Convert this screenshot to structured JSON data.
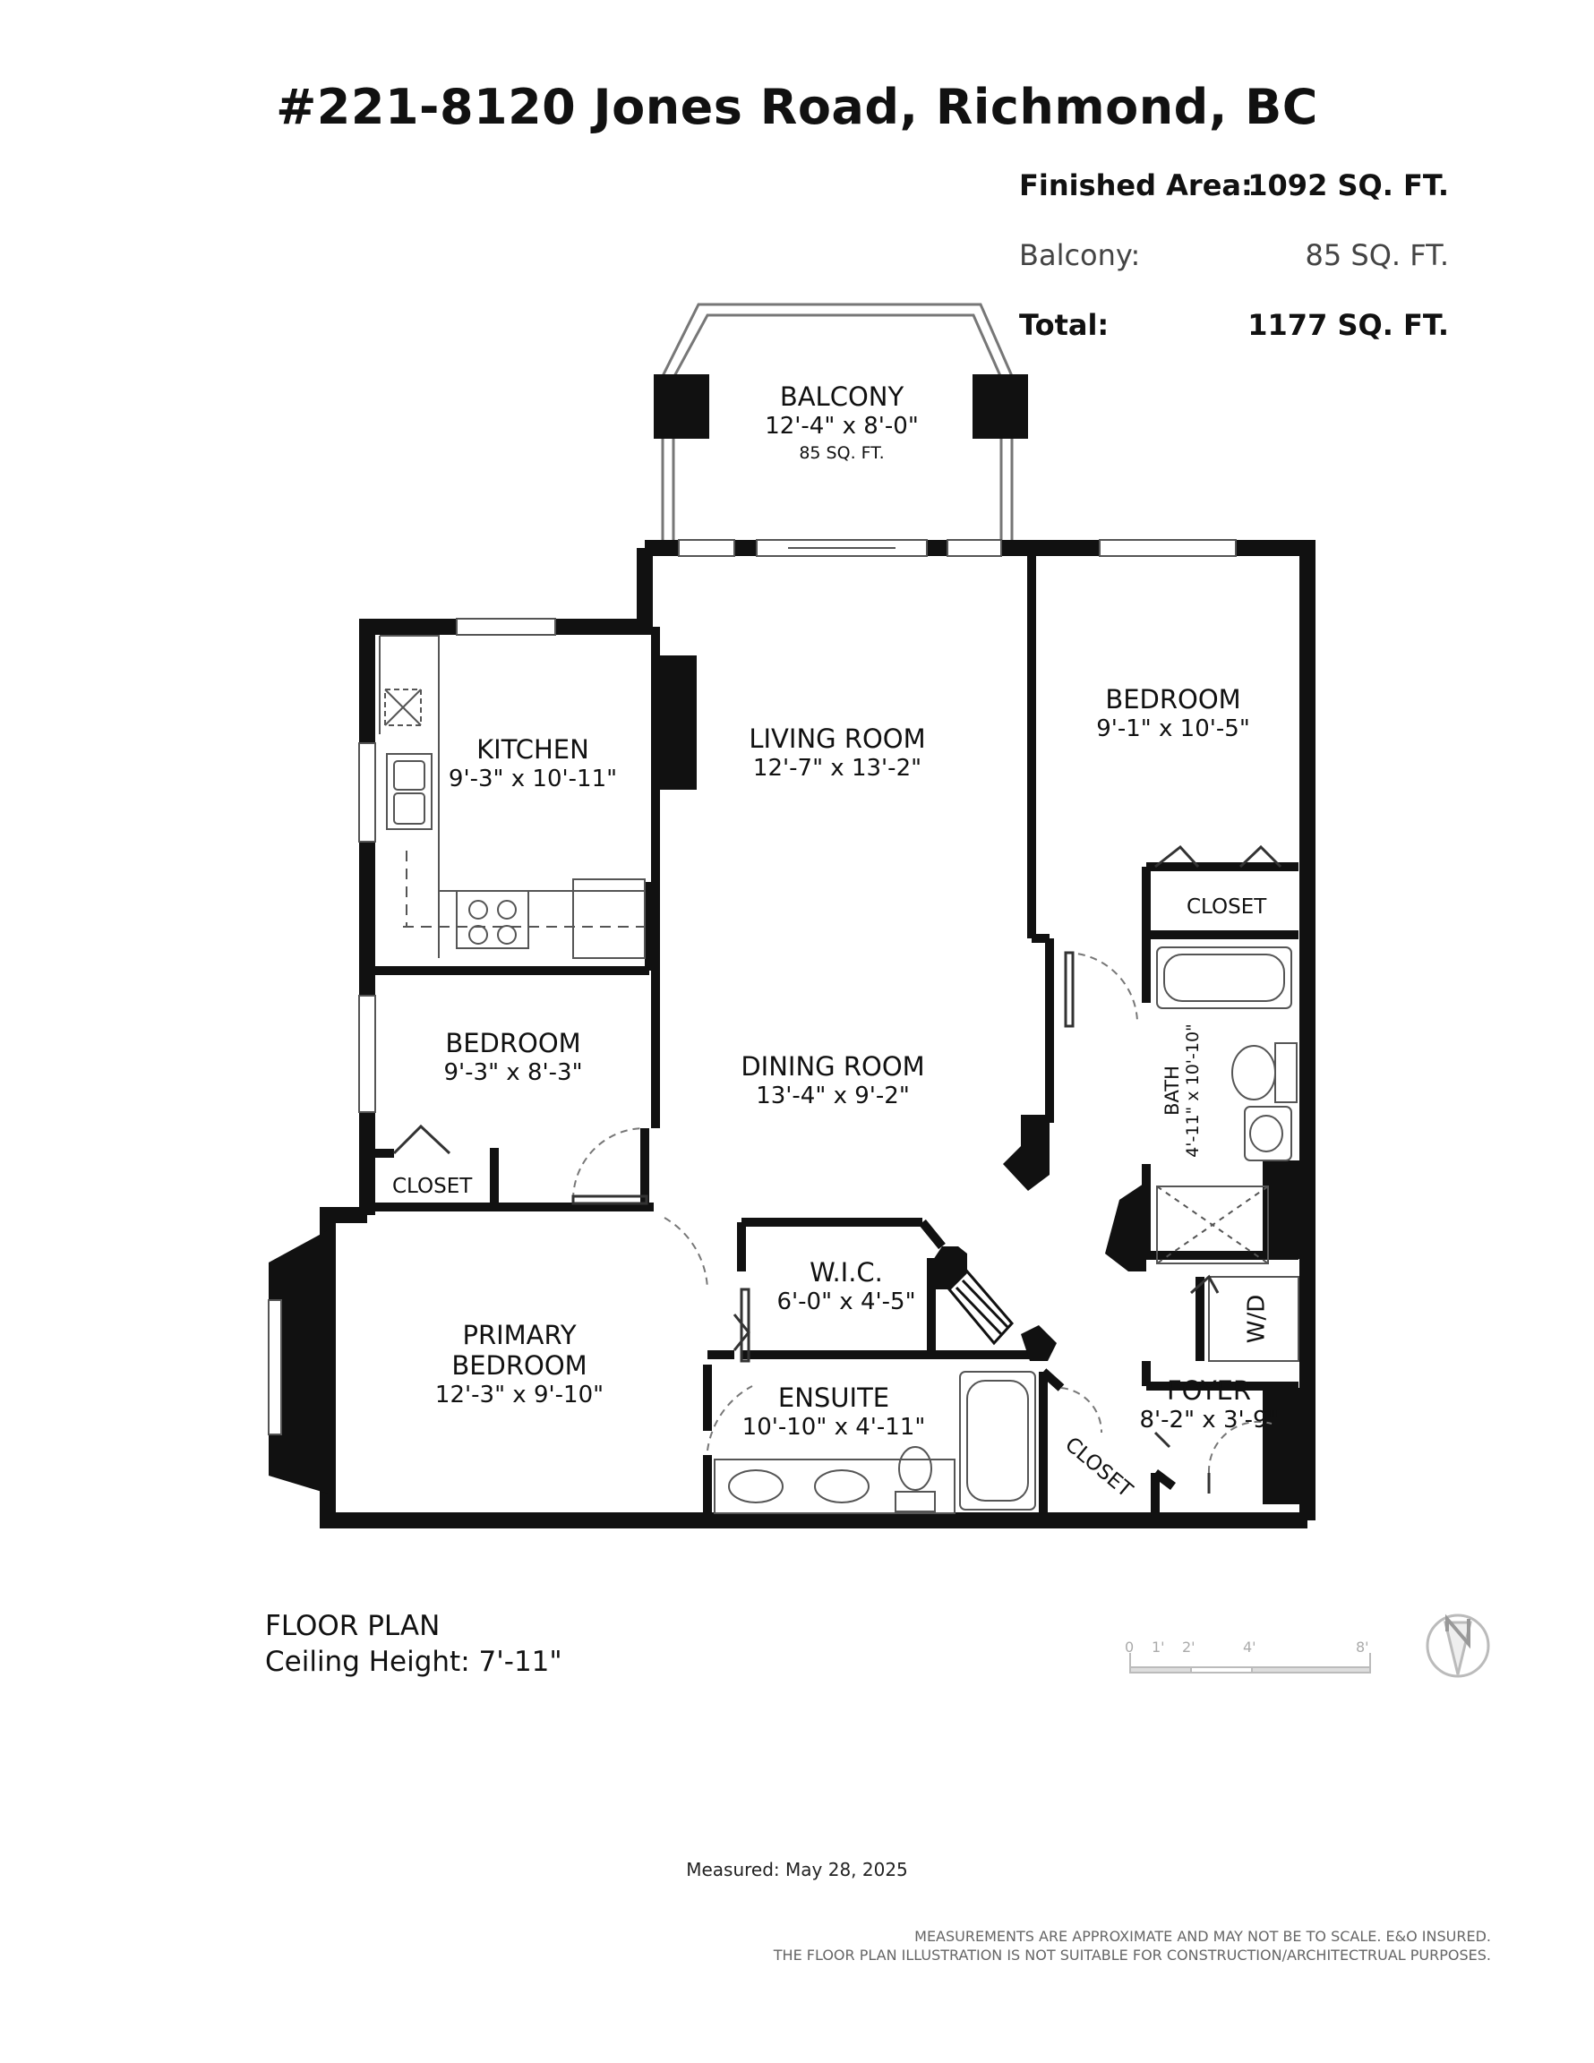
{
  "title": "#221-8120 Jones Road, Richmond, BC",
  "areas": {
    "finished_label": "Finished Area:",
    "finished_value": "1092 SQ. FT.",
    "balcony_label": "Balcony:",
    "balcony_value": "85 SQ. FT.",
    "total_label": "Total:",
    "total_value": "1177 SQ. FT."
  },
  "rooms": {
    "balcony": {
      "name": "BALCONY",
      "dims": "12'-4\" x 8'-0\"",
      "area": "85 SQ. FT."
    },
    "living": {
      "name": "LIVING ROOM",
      "dims": "12'-7\" x 13'-2\""
    },
    "kitchen": {
      "name": "KITCHEN",
      "dims": "9'-3\" x  10'-11\""
    },
    "bedroom_right": {
      "name": "BEDROOM",
      "dims": "9'-1\" x 10'-5\""
    },
    "closet_right": "CLOSET",
    "bedroom_left": {
      "name": "BEDROOM",
      "dims": "9'-3\" x 8'-3\""
    },
    "closet_left": "CLOSET",
    "dining": {
      "name": "DINING ROOM",
      "dims": "13'-4\" x  9'-2\""
    },
    "bath": {
      "name": "BATH",
      "dims": "4'-11\" x 10'-10\""
    },
    "wic": {
      "name": "W.I.C.",
      "dims": "6'-0\" x 4'-5\""
    },
    "wd": "W/D",
    "primary": {
      "name_line1": "PRIMARY",
      "name_line2": "BEDROOM",
      "dims": "12'-3\" x 9'-10\""
    },
    "ensuite": {
      "name": "ENSUITE",
      "dims": "10'-10\" x 4'-11\""
    },
    "foyer": {
      "name": "FOYER",
      "dims": "8'-2\" x 3'-9\""
    },
    "closet_foyer": "CLOSET"
  },
  "footer": {
    "plan_label": "FLOOR PLAN",
    "ceiling": "Ceiling Height: 7'-11\"",
    "measured": "Measured: May 28, 2025",
    "disclaimer_line1": "MEASUREMENTS ARE APPROXIMATE AND MAY NOT BE TO SCALE. E&O INSURED.",
    "disclaimer_line2": "THE FLOOR PLAN ILLUSTRATION IS NOT SUITABLE FOR CONSTRUCTION/ARCHITECTRUAL PURPOSES."
  },
  "scale_bar": {
    "ticks": [
      "0",
      "1'",
      "2'",
      "4'",
      "8'"
    ]
  },
  "icons": {
    "compass": "north-compass-icon"
  },
  "colors": {
    "wall": "#111111",
    "fixture": "#444444",
    "scale": "#bbbbbb"
  }
}
